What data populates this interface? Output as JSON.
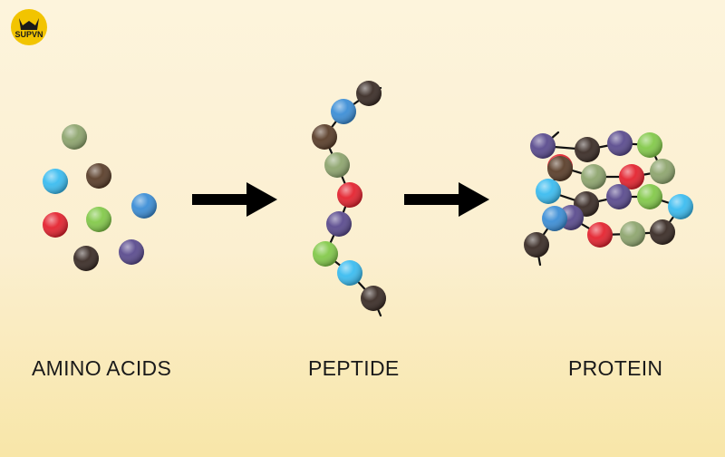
{
  "stages": [
    {
      "label": "AMINO ACIDS"
    },
    {
      "label": "PEPTIDE"
    },
    {
      "label": "PROTEIN"
    }
  ],
  "logo": {
    "text": "SUPVN",
    "color": "#f2c400"
  },
  "colors": {
    "olive": "#8ea56e",
    "brown": "#5a3e2a",
    "blue": "#3c8ed6",
    "cyan": "#3bbcf0",
    "red": "#e4232f",
    "green": "#83c94a",
    "purple": "#5a4b8e",
    "dark": "#3a2c26",
    "arrow": "#000000",
    "bond": "#111111"
  }
}
